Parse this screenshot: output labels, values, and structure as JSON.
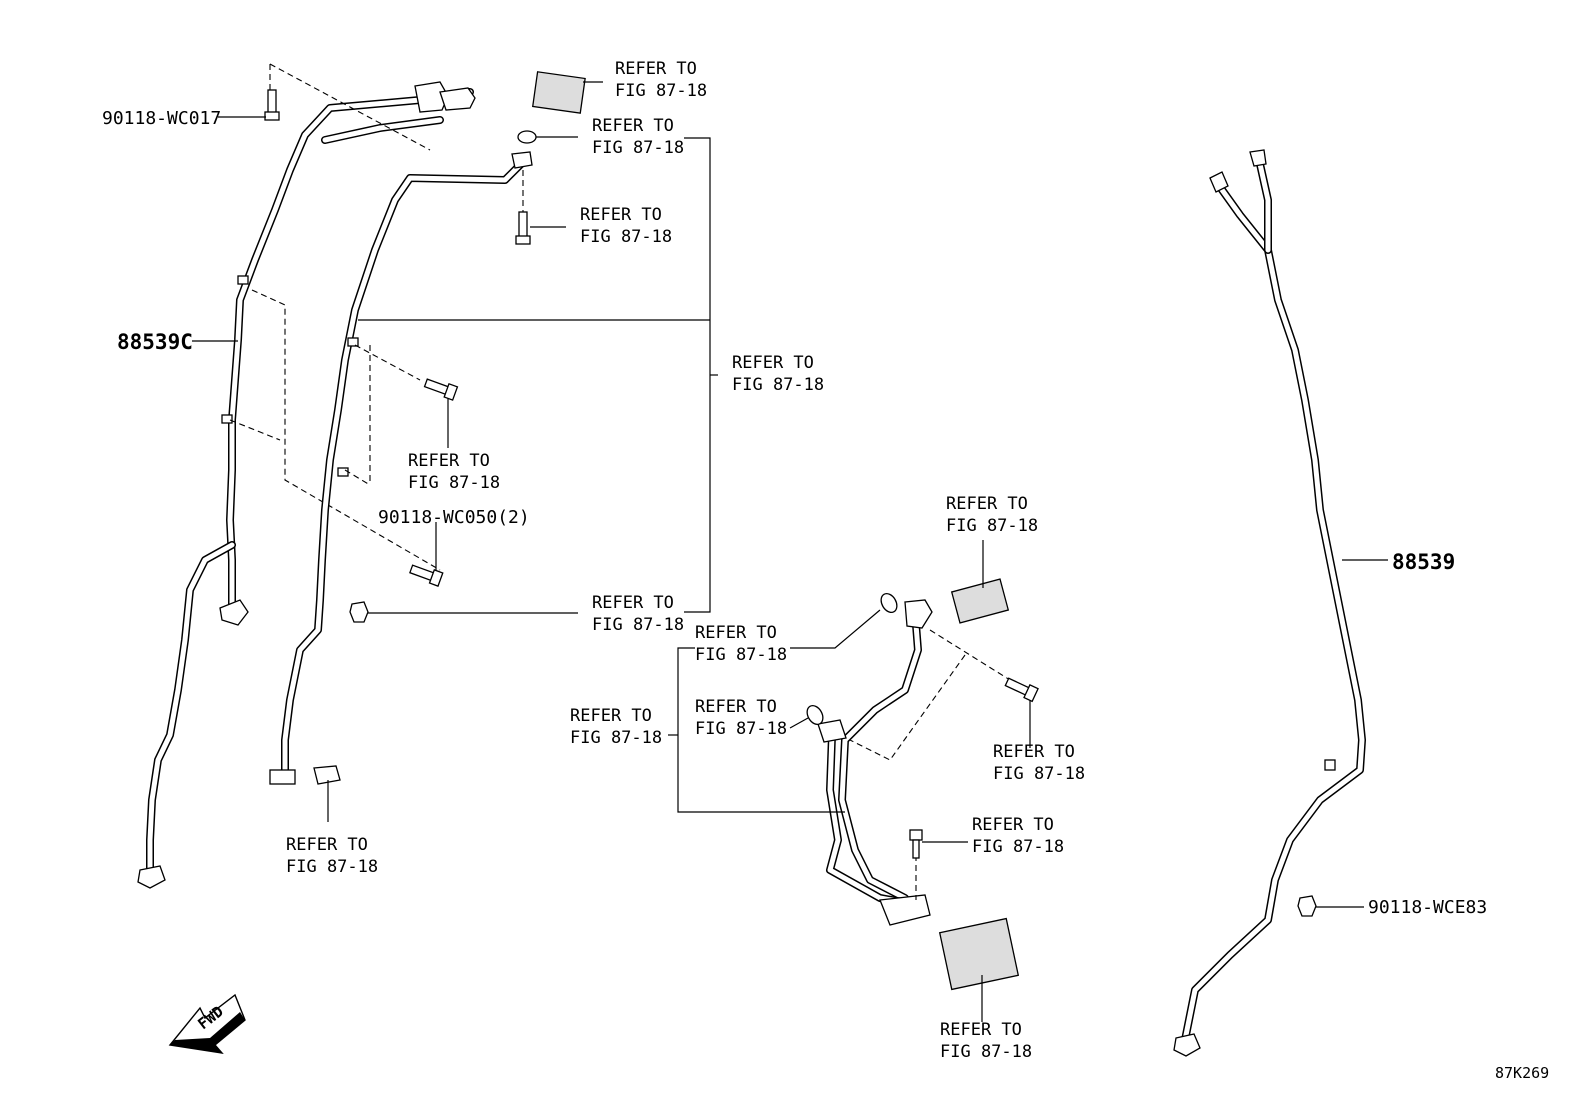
{
  "refer_label": [
    "REFER TO",
    "FIG 87-18"
  ],
  "parts": {
    "bolt_top": "90118-WC017",
    "bolt_mid": "90118-WC050(2)",
    "clip_right": "90118-WCE83",
    "wire_left": "88539C",
    "wire_right": "88539"
  },
  "fwd_label": "FWD",
  "figure_code": "87K269"
}
